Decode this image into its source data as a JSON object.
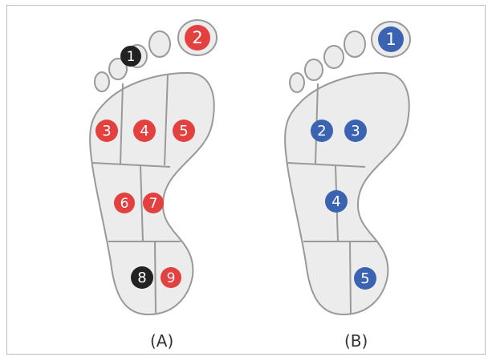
{
  "colors": {
    "foot_fill": "#ececec",
    "foot_stroke": "#999999",
    "red": "#e3413f",
    "blue": "#3a63b2",
    "black": "#222222"
  },
  "panels": [
    {
      "caption": "(A)",
      "markers": [
        {
          "label": "1",
          "color": "black"
        },
        {
          "label": "2",
          "color": "red"
        },
        {
          "label": "3",
          "color": "red"
        },
        {
          "label": "4",
          "color": "red"
        },
        {
          "label": "5",
          "color": "red"
        },
        {
          "label": "6",
          "color": "red"
        },
        {
          "label": "7",
          "color": "red"
        },
        {
          "label": "8",
          "color": "black"
        },
        {
          "label": "9",
          "color": "red"
        }
      ]
    },
    {
      "caption": "(B)",
      "markers": [
        {
          "label": "1",
          "color": "blue"
        },
        {
          "label": "2",
          "color": "blue"
        },
        {
          "label": "3",
          "color": "blue"
        },
        {
          "label": "4",
          "color": "blue"
        },
        {
          "label": "5",
          "color": "blue"
        }
      ]
    }
  ]
}
